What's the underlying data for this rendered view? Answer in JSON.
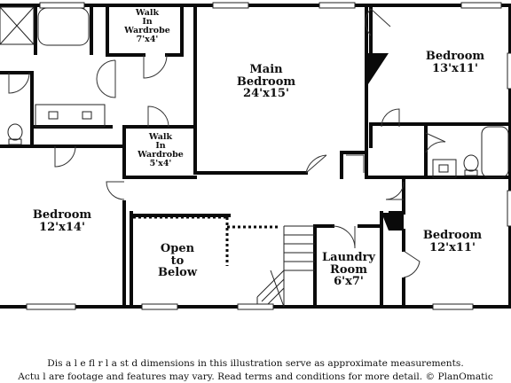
{
  "rooms": {
    "walk_in_wardrobe_top": {
      "name_l1": "Walk",
      "name_l2": "In",
      "name_l3": "Wardrobe",
      "size": "7'x4'"
    },
    "main_bedroom": {
      "name_l1": "Main",
      "name_l2": "Bedroom",
      "size": "24'x15'"
    },
    "bedroom_ne": {
      "name": "Bedroom",
      "size": "13'x11'"
    },
    "walk_in_wardrobe_mid": {
      "name_l1": "Walk",
      "name_l2": "In",
      "name_l3": "Wardrobe",
      "size": "5'x4'"
    },
    "bedroom_w": {
      "name": "Bedroom",
      "size": "12'x14'"
    },
    "open_to_below": {
      "l1": "Open",
      "l2": "to",
      "l3": "Below"
    },
    "laundry_room": {
      "name_l1": "Laundry",
      "name_l2": "Room",
      "size": "6'x7'"
    },
    "bedroom_se": {
      "name": "Bedroom",
      "size": "12'x11'"
    }
  },
  "disclaimer": {
    "line1": "Dis    a     l  e fl    r  l   a    st  d dimensions in this illustration serve as approximate measurements.",
    "line2": "Actu  l   are footage and features may vary. Read terms and conditions for more detail. © PlanOmatic"
  },
  "colors": {
    "wall": "#0a0a0a",
    "fixture": "#222222",
    "background": "#ffffff"
  }
}
